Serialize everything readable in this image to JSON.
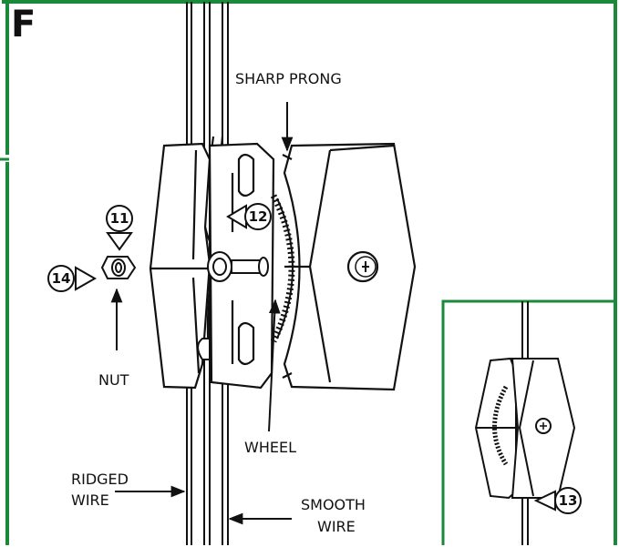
{
  "panel": {
    "letter": "F",
    "frame_color": "#1a8a3a"
  },
  "labels": {
    "sharp_prong": "SHARP PRONG",
    "nut": "NUT",
    "wheel": "WHEEL",
    "ridged_wire_line1": "RIDGED",
    "ridged_wire_line2": "WIRE",
    "smooth_wire_line1": "SMOOTH",
    "smooth_wire_line2": "WIRE"
  },
  "callouts": {
    "c11": "11",
    "c12": "12",
    "c13": "13",
    "c14": "14"
  },
  "icons": [
    "screw-head-icon",
    "nut-icon",
    "gear-wheel-icon"
  ]
}
